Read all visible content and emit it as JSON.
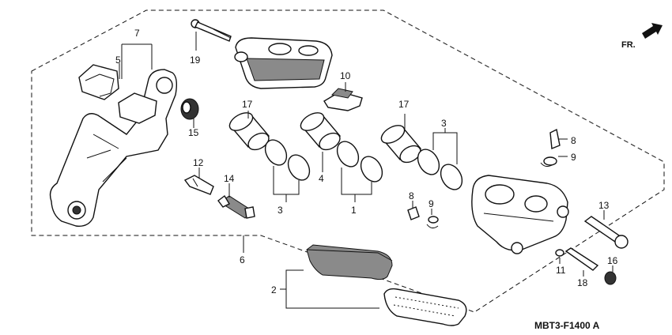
{
  "diagram": {
    "orientation_label": "FR.",
    "drawing_code": "MBT3-F1400 A",
    "callouts": [
      {
        "id": "c1",
        "text": "1"
      },
      {
        "id": "c2",
        "text": "2"
      },
      {
        "id": "c3a",
        "text": "3"
      },
      {
        "id": "c3b",
        "text": "3"
      },
      {
        "id": "c4",
        "text": "4"
      },
      {
        "id": "c5",
        "text": "5"
      },
      {
        "id": "c6",
        "text": "6"
      },
      {
        "id": "c7",
        "text": "7"
      },
      {
        "id": "c8a",
        "text": "8"
      },
      {
        "id": "c8b",
        "text": "8"
      },
      {
        "id": "c9a",
        "text": "9"
      },
      {
        "id": "c9b",
        "text": "9"
      },
      {
        "id": "c10",
        "text": "10"
      },
      {
        "id": "c11",
        "text": "11"
      },
      {
        "id": "c12",
        "text": "12"
      },
      {
        "id": "c13",
        "text": "13"
      },
      {
        "id": "c14",
        "text": "14"
      },
      {
        "id": "c15",
        "text": "15"
      },
      {
        "id": "c16",
        "text": "16"
      },
      {
        "id": "c17a",
        "text": "17"
      },
      {
        "id": "c17b",
        "text": "17"
      },
      {
        "id": "c18",
        "text": "18"
      },
      {
        "id": "c19",
        "text": "19"
      }
    ]
  }
}
